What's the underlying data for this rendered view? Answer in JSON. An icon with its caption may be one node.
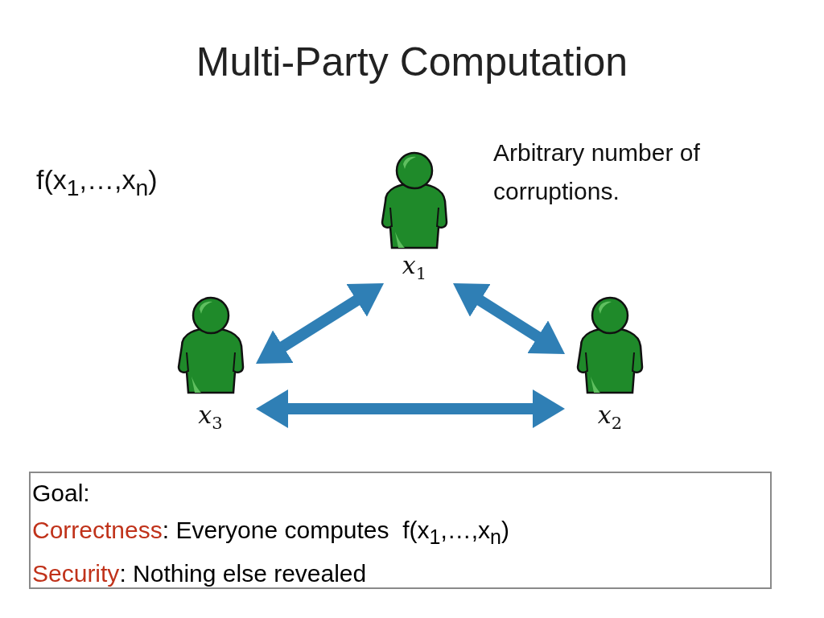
{
  "diagram": {
    "title": "Multi-Party Computation",
    "nodes": [
      {
        "text": [],
        "shape": "person",
        "beside": [
          "*x*$_{1}$"
        ]
      },
      {
        "text": [],
        "shape": "person",
        "beside": [
          "*x*$_{3}$"
        ]
      },
      {
        "text": [],
        "shape": "person",
        "beside": [
          "*x*$_{2}$"
        ]
      },
      {
        "text": [
          "Goal:",
          "Correctness: Everyone computes  f(x$_{1}$,…,x$_{n}$)",
          "Security: Nothing else revealed"
        ]
      }
    ],
    "edges": [
      {
        "from": 1,
        "to": 0,
        "arrow": "both"
      },
      {
        "from": 0,
        "to": 2,
        "arrow": "both"
      },
      {
        "from": 1,
        "to": 2,
        "arrow": "both"
      }
    ],
    "labels": [
      "f(x$_{1}$,…,x$_{n}$)",
      "Arbitrary number of corruptions."
    ]
  }
}
